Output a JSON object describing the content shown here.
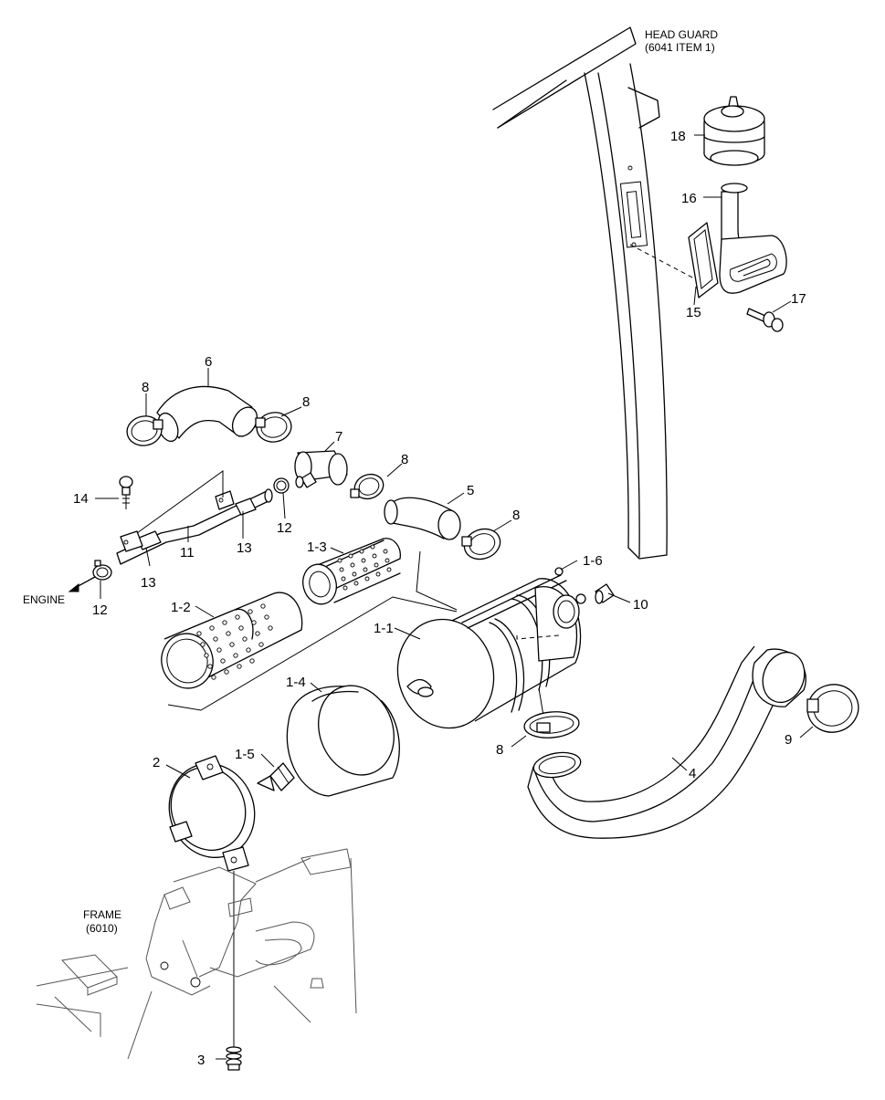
{
  "notes": {
    "head_guard_line1": "HEAD GUARD",
    "head_guard_line2": "(6041 ITEM 1)",
    "frame_line1": "FRAME",
    "frame_line2": "(6010)",
    "engine": "ENGINE"
  },
  "callouts": {
    "c1_1": "1-1",
    "c1_2": "1-2",
    "c1_3": "1-3",
    "c1_4": "1-4",
    "c1_5": "1-5",
    "c1_6": "1-6",
    "c2": "2",
    "c3": "3",
    "c4": "4",
    "c5": "5",
    "c6": "6",
    "c7": "7",
    "c8a": "8",
    "c8b": "8",
    "c8c": "8",
    "c8d": "8",
    "c8e": "8",
    "c9": "9",
    "c10": "10",
    "c11": "11",
    "c12a": "12",
    "c12b": "12",
    "c13a": "13",
    "c13b": "13",
    "c14": "14",
    "c15": "15",
    "c16": "16",
    "c17": "17",
    "c18": "18"
  }
}
